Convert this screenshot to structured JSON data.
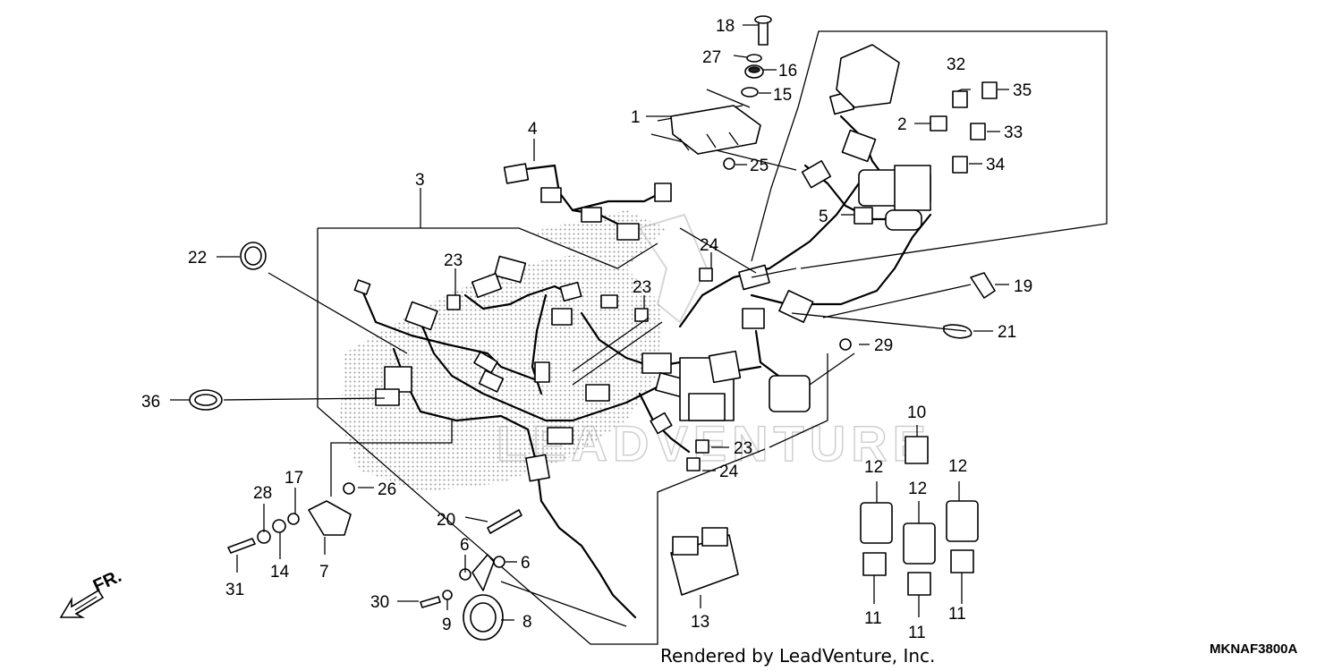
{
  "diagram_code": "MKNAF3800A",
  "credit": "Rendered by LeadVenture, Inc.",
  "watermark": "LEADVENTURE",
  "direction_label": "FR.",
  "callouts": [
    "18",
    "27",
    "16",
    "15",
    "1",
    "25",
    "4",
    "3",
    "22",
    "23",
    "23",
    "24",
    "36",
    "26",
    "28",
    "17",
    "31",
    "14",
    "7",
    "20",
    "6",
    "6",
    "30",
    "9",
    "8",
    "13",
    "32",
    "35",
    "2",
    "33",
    "34",
    "5",
    "19",
    "21",
    "29",
    "10",
    "12",
    "12",
    "12",
    "11",
    "11",
    "11",
    "23",
    "24"
  ]
}
